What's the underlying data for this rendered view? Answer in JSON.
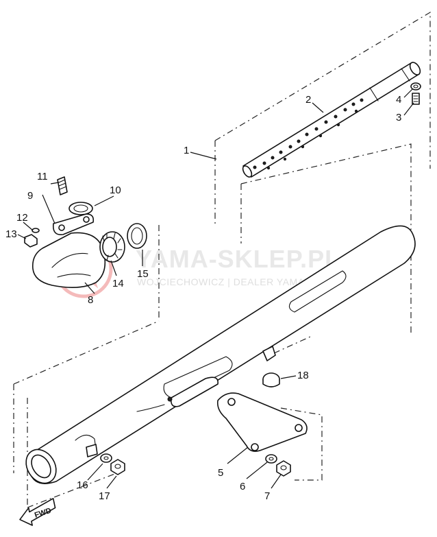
{
  "watermark": {
    "title": "YAMA-SKLEP.PL",
    "subtitle": "WOJCIECHOWICZ | DEALER YAMAHA",
    "logo_color": "#e23c3c"
  },
  "direction_marker": {
    "label": "FWD"
  },
  "callouts": [
    {
      "id": "c1",
      "label": "1"
    },
    {
      "id": "c2",
      "label": "2"
    },
    {
      "id": "c3",
      "label": "3"
    },
    {
      "id": "c4",
      "label": "4"
    },
    {
      "id": "c5",
      "label": "5"
    },
    {
      "id": "c6",
      "label": "6"
    },
    {
      "id": "c7",
      "label": "7"
    },
    {
      "id": "c8",
      "label": "8"
    },
    {
      "id": "c9",
      "label": "9"
    },
    {
      "id": "c10",
      "label": "10"
    },
    {
      "id": "c11",
      "label": "11"
    },
    {
      "id": "c12",
      "label": "12"
    },
    {
      "id": "c13",
      "label": "13"
    },
    {
      "id": "c14",
      "label": "14"
    },
    {
      "id": "c15",
      "label": "15"
    },
    {
      "id": "c16",
      "label": "16"
    },
    {
      "id": "c17",
      "label": "17"
    },
    {
      "id": "c18",
      "label": "18"
    }
  ]
}
